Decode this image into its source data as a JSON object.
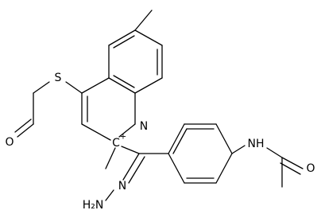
{
  "diagram": {
    "type": "skeletal-structure",
    "atom_labels": {
      "sulfur": "S",
      "aldehyde_oxygen": "O",
      "ring_nitrogen": "N",
      "amide_nh": "NH",
      "amide_oxygen": "O",
      "hydrazone_nitrogen": "N",
      "terminal_amine": "H₂N",
      "charged_carbon": "C"
    },
    "charge": "+",
    "colors": {
      "bond": "#000000",
      "label": "#000000",
      "background": "#ffffff"
    }
  }
}
